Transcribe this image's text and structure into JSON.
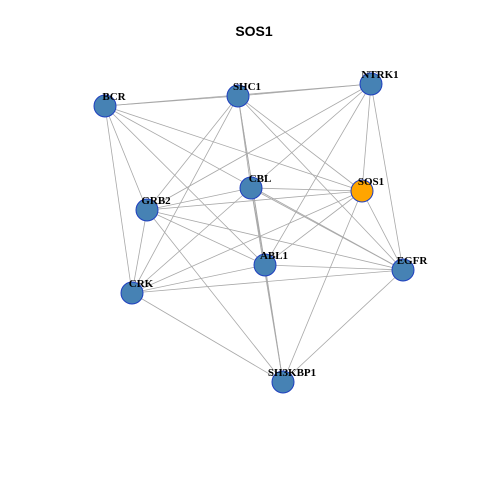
{
  "title": "SOS1",
  "colors": {
    "node_default": "#4682b4",
    "node_highlight": "#ffa500",
    "node_border": "#1f3fbf",
    "edge": "#a8a8a8"
  },
  "nodes": [
    {
      "id": "BCR",
      "label": "BCR",
      "highlight": false
    },
    {
      "id": "SHC1",
      "label": "SHC1",
      "highlight": false
    },
    {
      "id": "NTRK1",
      "label": "NTRK1",
      "highlight": false
    },
    {
      "id": "CBL",
      "label": "CBL",
      "highlight": false
    },
    {
      "id": "SOS1",
      "label": "SOS1",
      "highlight": true
    },
    {
      "id": "GRB2",
      "label": "GRB2",
      "highlight": false
    },
    {
      "id": "ABL1",
      "label": "ABL1",
      "highlight": false
    },
    {
      "id": "EGFR",
      "label": "EGFR",
      "highlight": false
    },
    {
      "id": "CRK",
      "label": "CRK",
      "highlight": false
    },
    {
      "id": "SH3KBP1",
      "label": "SH3KBP1",
      "highlight": false
    }
  ],
  "edges": [
    [
      "BCR",
      "SHC1"
    ],
    [
      "BCR",
      "NTRK1"
    ],
    [
      "BCR",
      "GRB2"
    ],
    [
      "BCR",
      "CRK"
    ],
    [
      "BCR",
      "ABL1"
    ],
    [
      "BCR",
      "SOS1"
    ],
    [
      "BCR",
      "EGFR"
    ],
    [
      "SHC1",
      "NTRK1"
    ],
    [
      "SHC1",
      "GRB2"
    ],
    [
      "SHC1",
      "CRK"
    ],
    [
      "SHC1",
      "CBL"
    ],
    [
      "SHC1",
      "ABL1"
    ],
    [
      "SHC1",
      "SH3KBP1"
    ],
    [
      "SHC1",
      "EGFR"
    ],
    [
      "SHC1",
      "SOS1"
    ],
    [
      "NTRK1",
      "GRB2"
    ],
    [
      "NTRK1",
      "ABL1"
    ],
    [
      "NTRK1",
      "SOS1"
    ],
    [
      "NTRK1",
      "EGFR"
    ],
    [
      "NTRK1",
      "CBL"
    ],
    [
      "CBL",
      "GRB2"
    ],
    [
      "CBL",
      "CRK"
    ],
    [
      "CBL",
      "SH3KBP1"
    ],
    [
      "CBL",
      "EGFR"
    ],
    [
      "CBL",
      "SOS1"
    ],
    [
      "CBL",
      "ABL1"
    ],
    [
      "SOS1",
      "GRB2"
    ],
    [
      "SOS1",
      "CRK"
    ],
    [
      "SOS1",
      "ABL1"
    ],
    [
      "SOS1",
      "EGFR"
    ],
    [
      "SOS1",
      "SH3KBP1"
    ],
    [
      "GRB2",
      "CRK"
    ],
    [
      "GRB2",
      "ABL1"
    ],
    [
      "GRB2",
      "EGFR"
    ],
    [
      "GRB2",
      "SH3KBP1"
    ],
    [
      "ABL1",
      "CRK"
    ],
    [
      "ABL1",
      "EGFR"
    ],
    [
      "ABL1",
      "SH3KBP1"
    ],
    [
      "CRK",
      "EGFR"
    ],
    [
      "CRK",
      "SH3KBP1"
    ],
    [
      "EGFR",
      "SH3KBP1"
    ]
  ]
}
